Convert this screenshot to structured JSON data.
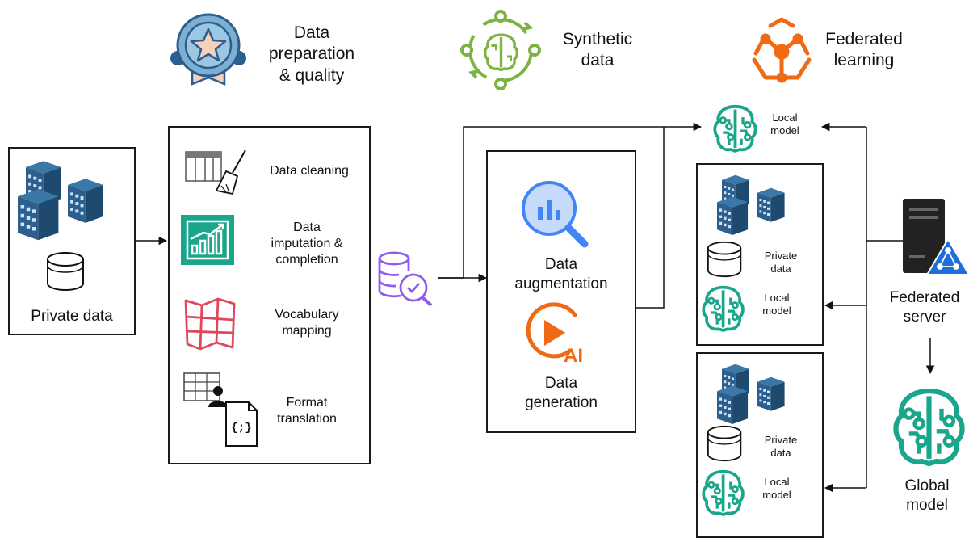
{
  "headers": {
    "prep": [
      "Data",
      "preparation",
      "& quality"
    ],
    "synthetic": [
      "Synthetic",
      "data"
    ],
    "federated": [
      "Federated",
      "learning"
    ]
  },
  "private_data": {
    "label": "Private data"
  },
  "prep_steps": [
    {
      "label": [
        "Data cleaning"
      ],
      "icon": "broom-icon"
    },
    {
      "label": [
        "Data",
        "imputation &",
        "completion"
      ],
      "icon": "growth-chart-icon"
    },
    {
      "label": [
        "Vocabulary",
        "mapping"
      ],
      "icon": "map-icon"
    },
    {
      "label": [
        "Format",
        "translation"
      ],
      "icon": "code-file-icon"
    }
  ],
  "synthetic_steps": [
    {
      "label": [
        "Data",
        "augmentation"
      ],
      "icon": "search-analytics-icon"
    },
    {
      "label": [
        "Data",
        "generation"
      ],
      "icon": "ai-play-icon",
      "badge": "AI"
    }
  ],
  "icon_texts": {
    "code": "{;}"
  },
  "local_model_top": [
    "Local",
    "model"
  ],
  "clients": [
    {
      "private": [
        "Private",
        "data"
      ],
      "model": [
        "Local",
        "model"
      ]
    },
    {
      "private": [
        "Private",
        "data"
      ],
      "model": [
        "Local",
        "model"
      ]
    }
  ],
  "server": {
    "label": [
      "Federated",
      "server"
    ]
  },
  "global_model": {
    "label": [
      "Global",
      "model"
    ]
  },
  "colors": {
    "teal": "#1aa68a",
    "green": "#7cb342",
    "orange": "#f06a16",
    "blue": "#2c5f8d",
    "red": "#e0475a",
    "purple": "#8e5cf0",
    "gblue": "#4285f4"
  }
}
